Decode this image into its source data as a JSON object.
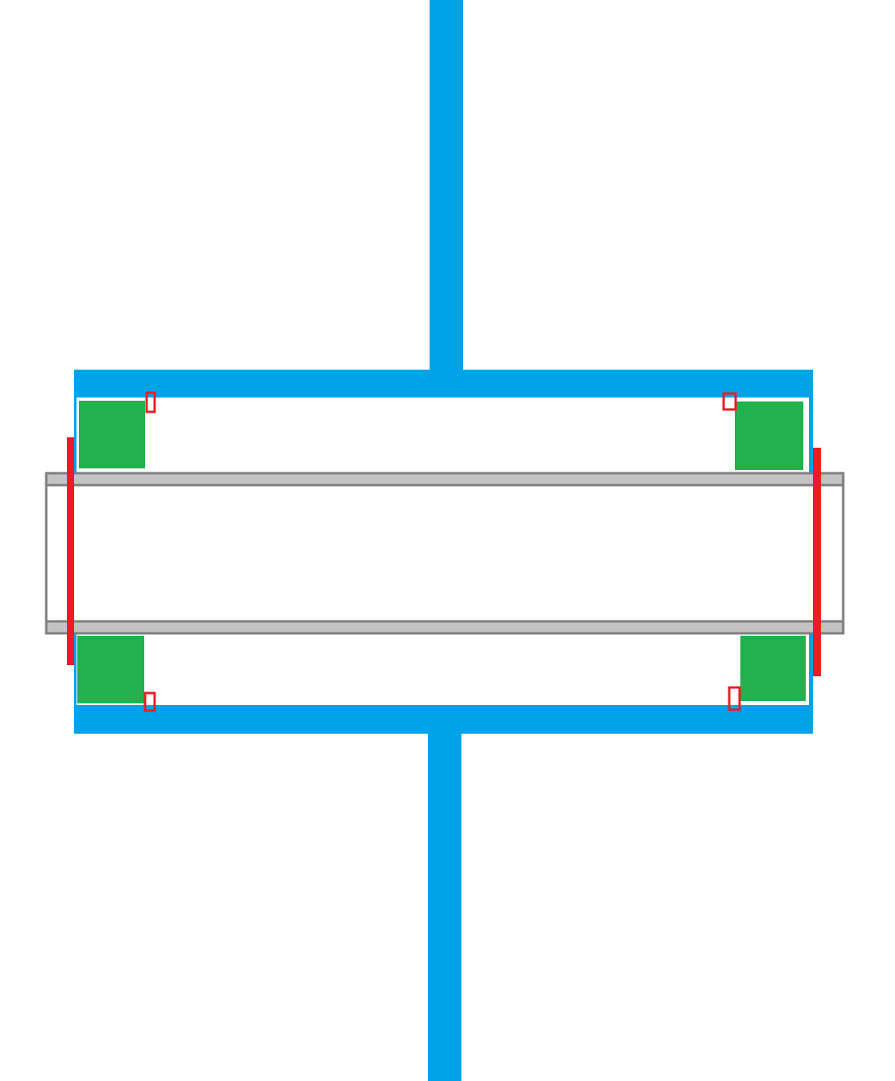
{
  "diagram": {
    "colors": {
      "background": "#ffffff",
      "frame": "#00a3e8",
      "block": "#22b14c",
      "red": "#ed1c24",
      "rail_outline": "#7f7f7f",
      "rail_fill": "#c3c3c3"
    },
    "components": [
      "top-shaft",
      "bottom-shaft",
      "outer-frame",
      "inner-frame-edge",
      "corner-blocks",
      "horizontal-rails",
      "rail-center-panel",
      "side-red-bars",
      "small-red-markers"
    ]
  }
}
